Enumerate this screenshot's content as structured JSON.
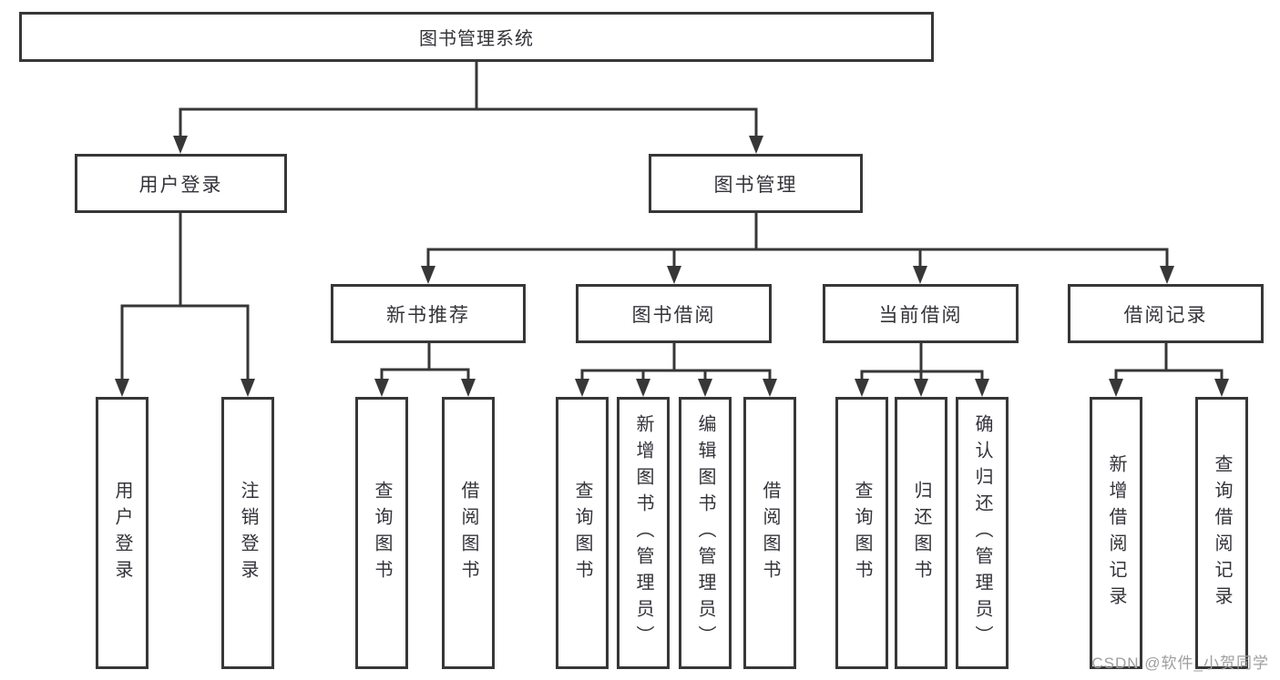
{
  "tree": {
    "label": "图书管理系统",
    "children": [
      {
        "label": "用户登录",
        "children": [
          {
            "label": "用户登录"
          },
          {
            "label": "注销登录"
          }
        ]
      },
      {
        "label": "图书管理",
        "children": [
          {
            "label": "新书推荐",
            "children": [
              {
                "label": "查询图书"
              },
              {
                "label": "借阅图书"
              }
            ]
          },
          {
            "label": "图书借阅",
            "children": [
              {
                "label": "查询图书"
              },
              {
                "label": "新增图书（管理员）"
              },
              {
                "label": "编辑图书（管理员）"
              },
              {
                "label": "借阅图书"
              }
            ]
          },
          {
            "label": "当前借阅",
            "children": [
              {
                "label": "查询图书"
              },
              {
                "label": "归还图书"
              },
              {
                "label": "确认归还（管理员）"
              }
            ]
          },
          {
            "label": "借阅记录",
            "children": [
              {
                "label": "新增借阅记录"
              },
              {
                "label": "查询借阅记录"
              }
            ]
          }
        ]
      }
    ]
  },
  "watermark": {
    "text": "CSDN @软件_小贺同学"
  },
  "colors": {
    "line": "#373737",
    "text": "#33333a",
    "watermark": "#9e9e9e",
    "background": "#ffffff"
  }
}
